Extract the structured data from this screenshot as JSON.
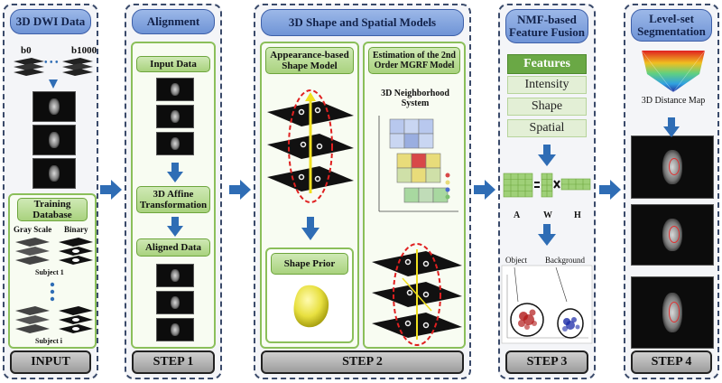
{
  "panels": {
    "input": {
      "title": "3D DWI Data",
      "b0": "b0",
      "b1000": "b1000",
      "dots": "• • •",
      "training_title": "Training Database",
      "gray_scale": "Gray Scale",
      "binary": "Binary",
      "subject_1": "Subject 1",
      "subject_i": "Subject i",
      "footer": "INPUT"
    },
    "step1": {
      "title": "Alignment",
      "input_data": "Input Data",
      "affine": "3D Affine Transformation",
      "aligned": "Aligned Data",
      "footer": "STEP 1"
    },
    "step2": {
      "title": "3D Shape and Spatial Models",
      "shape_model": "Appearance-based Shape Model",
      "mgrf_model": "Estimation of the 2nd Order MGRF Model",
      "neighborhood": "3D Neighborhood System",
      "shape_prior": "Shape Prior",
      "footer": "STEP 2"
    },
    "step3": {
      "title": "NMF-based Feature Fusion",
      "features_header": "Features",
      "features": [
        "Intensity",
        "Shape",
        "Spatial"
      ],
      "matrix_a": "A",
      "matrix_w": "W",
      "matrix_h": "H",
      "object": "Object",
      "background": "Background",
      "footer": "STEP 3"
    },
    "step4": {
      "title": "Level-set Segmentation",
      "distance_map": "3D Distance Map",
      "footer": "STEP 4"
    }
  },
  "colors": {
    "header": "#7a9ddc",
    "green_box": "#8bbf5a",
    "flow_arrow": "#2f6db5"
  }
}
